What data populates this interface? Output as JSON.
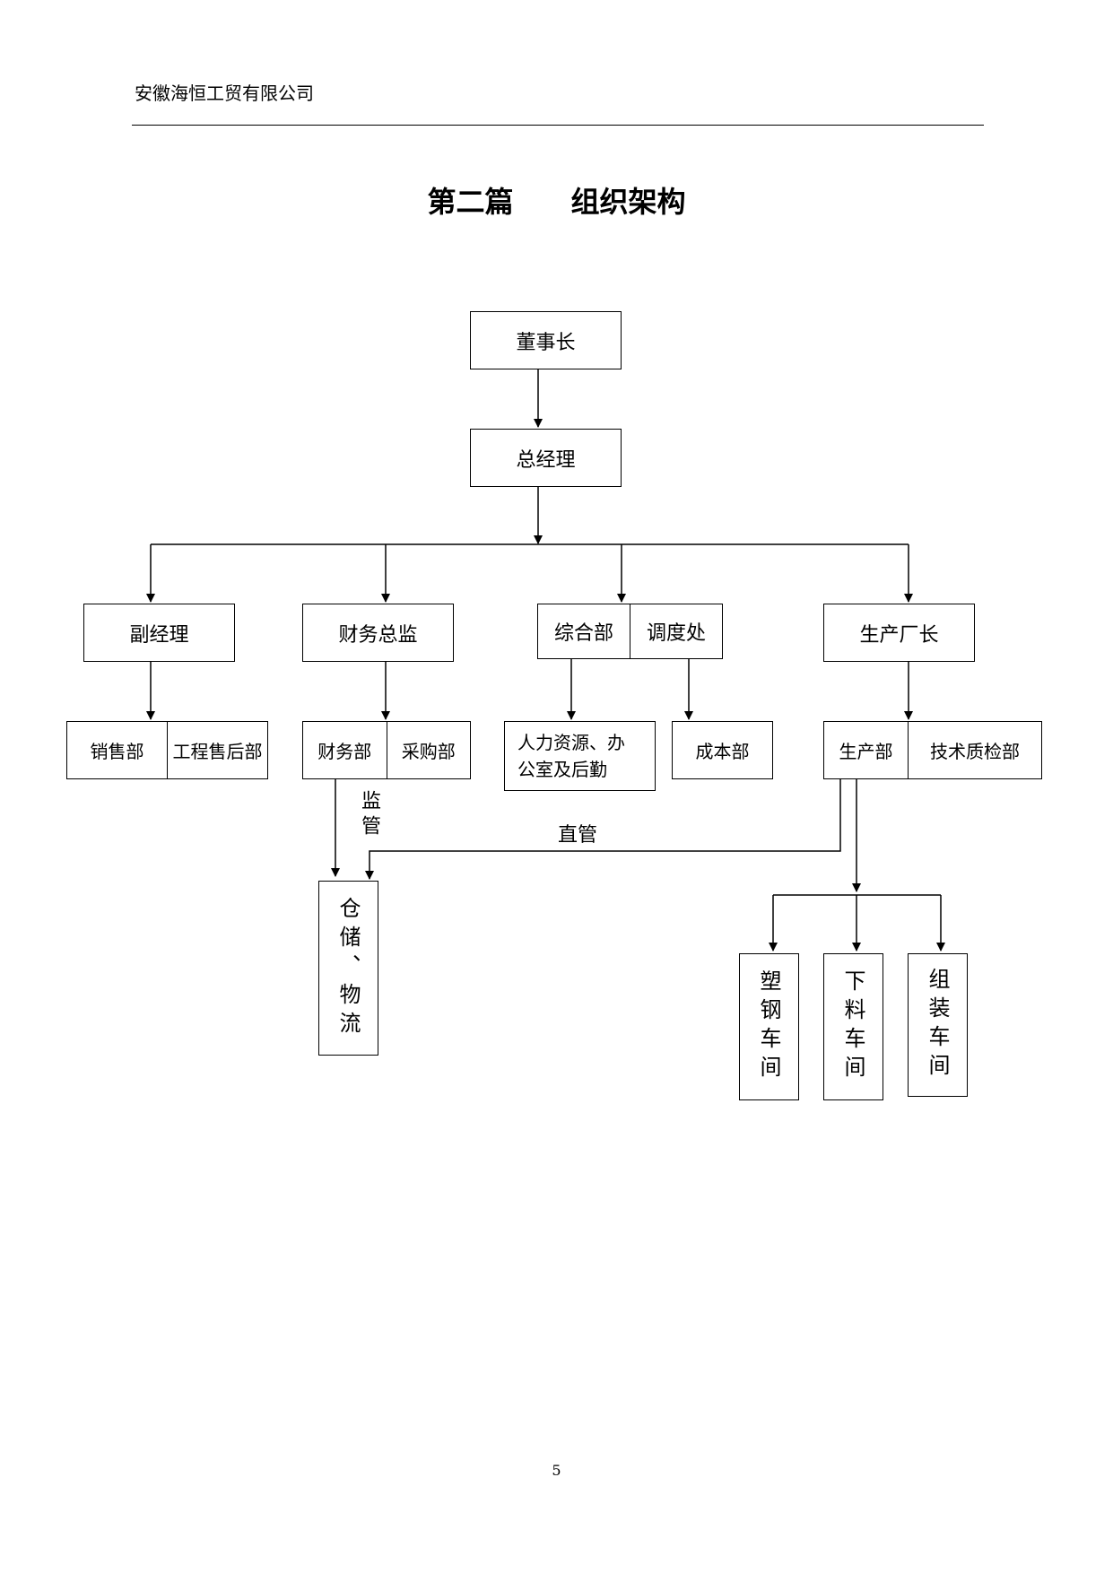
{
  "header": {
    "company": "安徽海恒工贸有限公司"
  },
  "title": "第二篇　　组织架构",
  "nodes": {
    "chairman": "董事长",
    "general_manager": "总经理",
    "deputy_manager": "副经理",
    "finance_director": "财务总监",
    "general_affairs": "综合部",
    "dispatch_office": "调度处",
    "plant_director": "生产厂长",
    "sales_dept": "销售部",
    "after_sales_dept": "工程售后部",
    "finance_dept": "财务部",
    "purchasing_dept": "采购部",
    "hr_office_logistics": "人力资源、办公室及后勤",
    "cost_dept": "成本部",
    "production_dept": "生产部",
    "tech_quality_dept": "技术质检部",
    "warehouse_logistics": "仓储、物流",
    "plastic_steel_workshop": "塑钢车间",
    "cutting_workshop": "下料车间",
    "assembly_workshop": "组装车间"
  },
  "edge_labels": {
    "supervise": "监管",
    "direct_manage": "直管"
  },
  "footer": {
    "page_number": "5"
  }
}
